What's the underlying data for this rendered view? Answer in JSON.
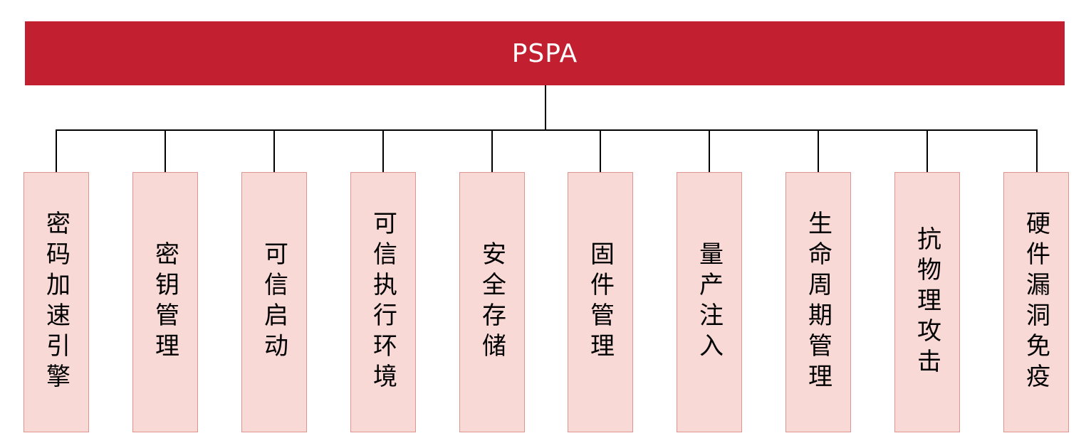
{
  "diagram": {
    "type": "org-chart",
    "root": {
      "label": "PSPA"
    },
    "boxes": [
      {
        "label": "密码加速引擎"
      },
      {
        "label": "密钥管理"
      },
      {
        "label": "可信启动"
      },
      {
        "label": "可信执行环境"
      },
      {
        "label": "安全存储"
      },
      {
        "label": "固件管理"
      },
      {
        "label": "量产注入"
      },
      {
        "label": "生命周期管理"
      },
      {
        "label": "抗物理攻击"
      },
      {
        "label": "硬件漏洞免疫"
      }
    ],
    "colors": {
      "root_bg": "#c22030",
      "root_text": "#ffffff",
      "child_bg": "#f9d9d6",
      "child_border": "#df9490",
      "child_text": "#000000",
      "line": "#000000"
    }
  }
}
